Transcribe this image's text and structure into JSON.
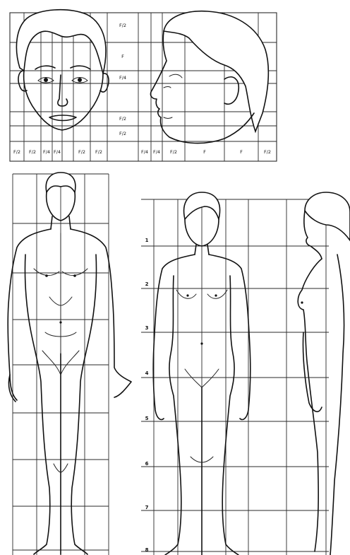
{
  "head_panel": {
    "row_labels": [
      "F/2",
      "F",
      "F/4",
      "F/2",
      "F/2"
    ],
    "front_bottom_labels": [
      "F/2",
      "F/2",
      "F/4",
      "F/4",
      "F/2",
      "F/2"
    ],
    "profile_bottom_labels": [
      "F/4",
      "F/4",
      "F/2",
      "F",
      "F",
      "F/2"
    ]
  },
  "female_panel": {
    "row_numbers": [
      "1",
      "2",
      "3",
      "4",
      "5",
      "6",
      "7",
      "8"
    ]
  }
}
